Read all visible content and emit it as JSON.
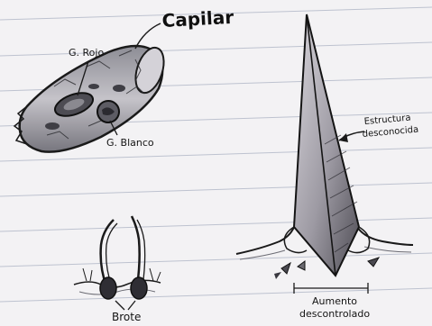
{
  "labels": {
    "capillary": "Capilar",
    "red_cell": "G. Rojo",
    "white_cell": "G. Blanco",
    "sprout": "Brote",
    "unknown_structure_line1": "Estructura",
    "unknown_structure_line2": "desconocida",
    "uncontrolled_growth_line1": "Aumento",
    "uncontrolled_growth_line2": "descontrolado"
  },
  "colors": {
    "paper": "#f3f2f4",
    "ruled_line": "#9aa3b8",
    "pencil": "#1a1a1a",
    "shading": "#6c6c74",
    "spike_light": "#cfccd3",
    "spike_dark": "#55535c"
  }
}
